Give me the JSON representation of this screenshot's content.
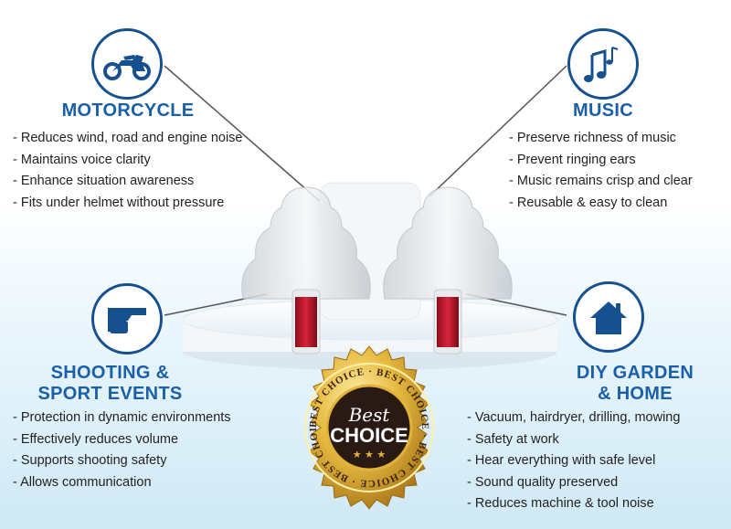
{
  "sections": {
    "motorcycle": {
      "icon": "motorcycle-icon",
      "title": "MOTORCYCLE",
      "items": [
        "Reduces wind, road and engine noise",
        "Maintains voice clarity",
        "Enhance situation awareness",
        "Fits under helmet without pressure"
      ]
    },
    "music": {
      "icon": "music-notes-icon",
      "title": "MUSIC",
      "items": [
        "Preserve richness of music",
        "Prevent ringing ears",
        "Music remains crisp and clear",
        "Reusable & easy to clean"
      ]
    },
    "shooting": {
      "icon": "pistol-hand-icon",
      "title_line1": "SHOOTING &",
      "title_line2": "SPORT EVENTS",
      "items": [
        "Protection in dynamic environments",
        "Effectively reduces volume",
        "Supports shooting safety",
        "Allows communication"
      ]
    },
    "diy": {
      "icon": "house-icon",
      "title_line1": "DIY GARDEN",
      "title_line2": "& HOME",
      "items": [
        "Vacuum, hairdryer, drilling, mowing",
        "Safety at work",
        "Hear everything with safe level",
        "Sound quality preserved",
        "Reduces machine & tool noise"
      ]
    }
  },
  "badge": {
    "ring_text": "BEST CHOICE · BEST CHOICE · BEST CHOICE · BEST CHOICE ·",
    "script_text": "Best",
    "main_text": "CHOICE",
    "stars": "★ ★ ★"
  },
  "colors": {
    "accent": "#1b5fa8",
    "icon_border": "#16508f",
    "text": "#222222",
    "gold": "#e3b23c",
    "badge_dark": "#2a1a14"
  }
}
